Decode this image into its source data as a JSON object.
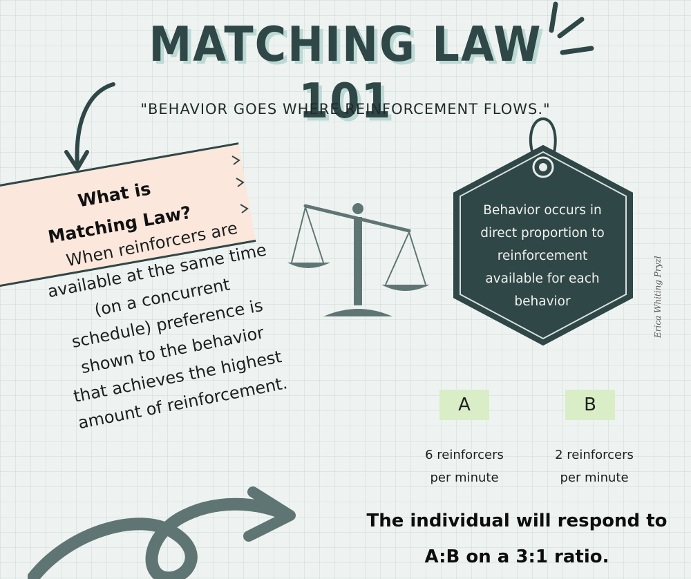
{
  "header": {
    "title": "MATCHING LAW 101",
    "quote": "\"BEHAVIOR GOES WHERE REINFORCEMENT FLOWS.\""
  },
  "banner": {
    "line1": "What is",
    "line2": "Matching Law?"
  },
  "definition": {
    "lines": [
      "When reinforcers are",
      "available at the same time",
      "(on a concurrent",
      "schedule) preference is",
      "shown to the behavior",
      "that achieves the highest",
      "amount of reinforcement."
    ]
  },
  "tag": {
    "lines": [
      "Behavior occurs in",
      "direct proportion to",
      "reinforcement",
      "available for each",
      "behavior"
    ]
  },
  "example": {
    "a": {
      "label": "A",
      "rate_line1": "6 reinforcers",
      "rate_line2": "per minute"
    },
    "b": {
      "label": "B",
      "rate_line1": "2 reinforcers",
      "rate_line2": "per minute"
    },
    "conclusion_line1": "The individual will respond to",
    "conclusion_line2": "A:B on a 3:1 ratio."
  },
  "signature": "Erica Whiting Pryzl",
  "colors": {
    "dark_teal": "#2f4746",
    "banner_peach": "#fbe7dc",
    "label_green": "#d9edc6",
    "title_shadow": "#bcd9d5"
  }
}
